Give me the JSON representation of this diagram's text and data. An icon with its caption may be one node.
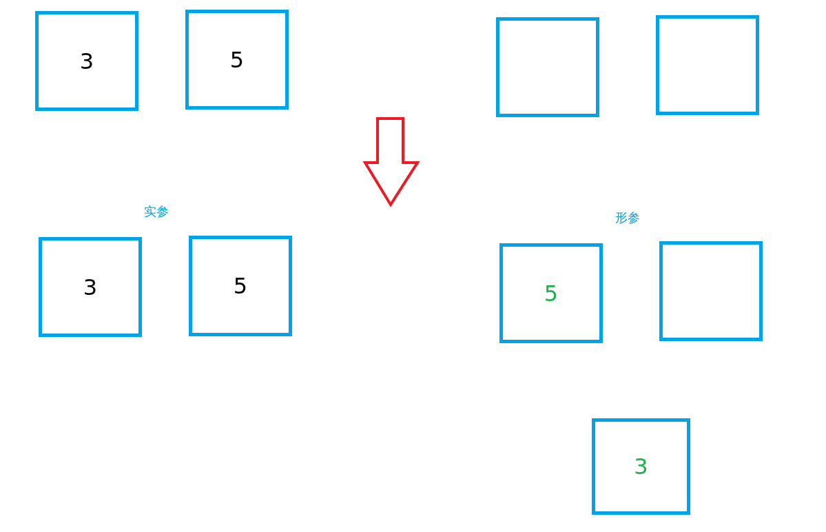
{
  "diagram": {
    "nodes": [
      {
        "text": [
          "3"
        ]
      },
      {
        "text": [
          "5"
        ]
      },
      {
        "text": [],
        "shape": "box"
      },
      {
        "text": [],
        "shape": "box"
      },
      {
        "text": [
          "3"
        ]
      },
      {
        "text": [
          "5"
        ]
      },
      {
        "text": [
          "5"
        ]
      },
      {
        "text": [],
        "shape": "box"
      },
      {
        "text": [
          "3"
        ]
      }
    ],
    "edges": [],
    "labels": [
      "实参",
      "形参"
    ]
  }
}
